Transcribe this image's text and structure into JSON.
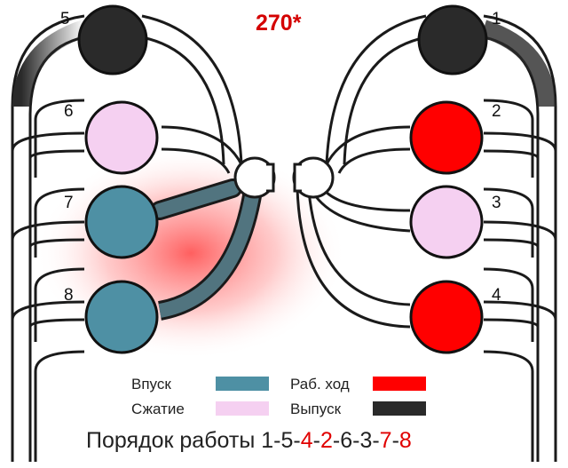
{
  "title": "270*",
  "colors": {
    "intake": "#4e90a4",
    "compression": "#f5d0f1",
    "power": "#ff0000",
    "exhaust": "#2a2a2a",
    "accent": "#d40000"
  },
  "cylinders": [
    {
      "number": "5",
      "state": "exhaust"
    },
    {
      "number": "6",
      "state": "compression"
    },
    {
      "number": "7",
      "state": "intake"
    },
    {
      "number": "8",
      "state": "intake"
    },
    {
      "number": "1",
      "state": "exhaust"
    },
    {
      "number": "2",
      "state": "power"
    },
    {
      "number": "3",
      "state": "compression"
    },
    {
      "number": "4",
      "state": "power"
    }
  ],
  "legend": {
    "intake": "Впуск",
    "compression": "Сжатие",
    "power": "Раб. ход",
    "exhaust": "Выпуск"
  },
  "firing_order": {
    "label": "Порядок работы",
    "sequence": [
      {
        "num": "1",
        "red": false
      },
      {
        "num": "5",
        "red": false
      },
      {
        "num": "4",
        "red": true
      },
      {
        "num": "2",
        "red": true
      },
      {
        "num": "6",
        "red": false
      },
      {
        "num": "3",
        "red": false
      },
      {
        "num": "7",
        "red": true
      },
      {
        "num": "8",
        "red": true
      }
    ]
  }
}
